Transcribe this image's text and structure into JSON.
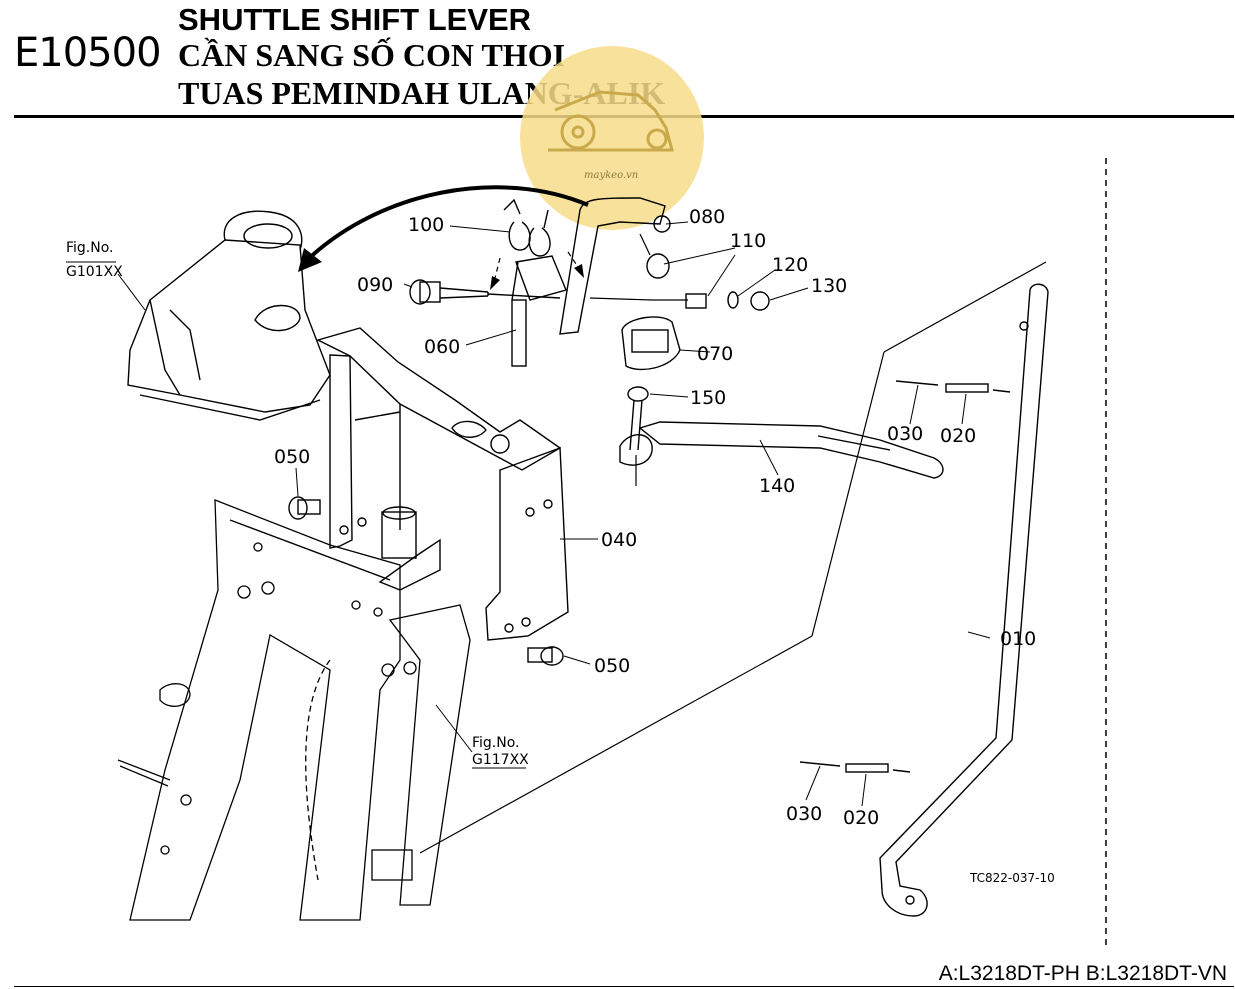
{
  "header": {
    "code": "E10500",
    "title_en": "SHUTTLE SHIFT LEVER",
    "title_vi": "CẦN SANG SỐ CON THOI",
    "title_ms": "TUAS PEMINDAH ULANG-ALIK"
  },
  "watermark": {
    "text": "maykeo.vn",
    "icon": "tractor-icon",
    "color": "#f7dd8a"
  },
  "parts": {
    "p010": "010",
    "p020a": "020",
    "p020b": "020",
    "p030a": "030",
    "p030b": "030",
    "p040": "040",
    "p050a": "050",
    "p050b": "050",
    "p060": "060",
    "p070": "070",
    "p080": "080",
    "p090": "090",
    "p100": "100",
    "p110": "110",
    "p120": "120",
    "p130": "130",
    "p140": "140",
    "p150": "150"
  },
  "references": {
    "fig1_label": "Fig.No.",
    "fig1_code": "G101XX",
    "fig2_label": "Fig.No.",
    "fig2_code": "G117XX"
  },
  "drawing_code": "TC822-037-10",
  "footer": "A:L3218DT-PH B:L3218DT-VN"
}
